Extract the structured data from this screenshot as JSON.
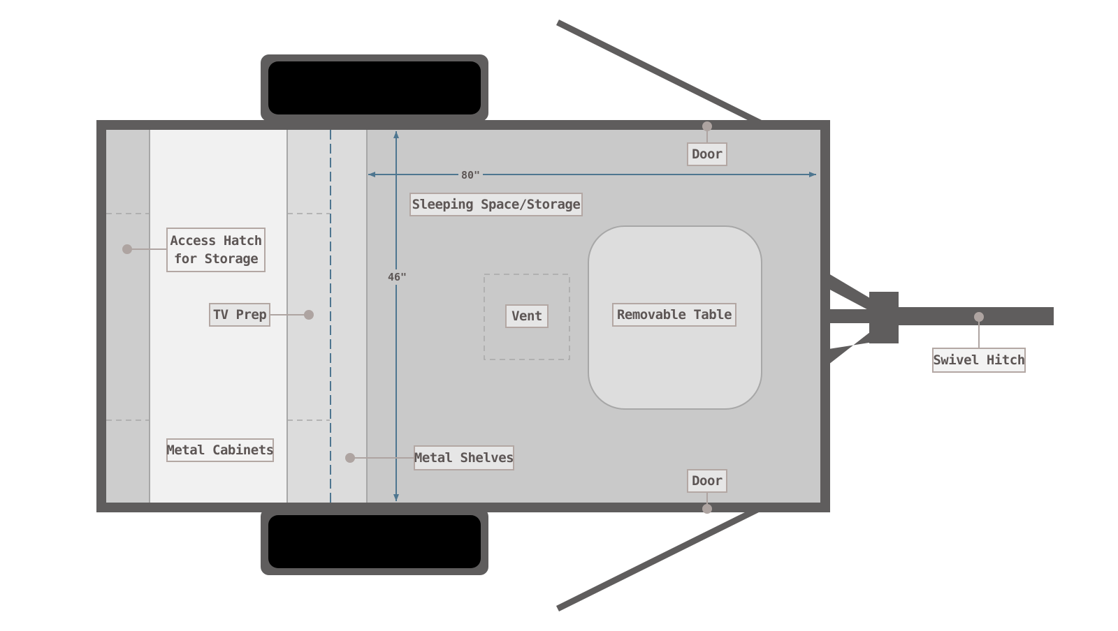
{
  "labels": {
    "door_top": "Door",
    "door_bottom": "Door",
    "sleeping_space": "Sleeping Space/Storage",
    "access_hatch_line1": "Access Hatch",
    "access_hatch_line2": "for Storage",
    "tv_prep": "TV Prep",
    "vent": "Vent",
    "removable_table": "Removable Table",
    "swivel_hitch": "Swivel Hitch",
    "metal_cabinets": "Metal Cabinets",
    "metal_shelves": "Metal Shelves"
  },
  "dimensions": {
    "length": "80\"",
    "width": "46\""
  },
  "colors": {
    "frame": "#5f5d5d",
    "floor": "#c9c9c9",
    "cabinet_zone": "#f1f1f1",
    "shelf_zone": "#dcdcdc",
    "tire": "#000000",
    "dimension_line": "#4e7690",
    "label_border": "#b3a7a3",
    "pin": "#aea4a1"
  }
}
